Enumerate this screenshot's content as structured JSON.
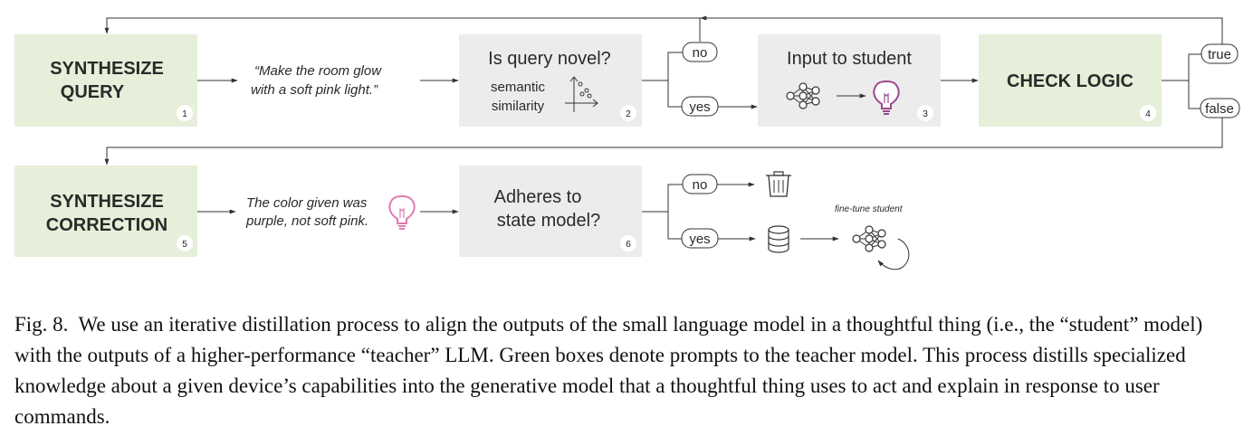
{
  "nodes": {
    "synth_query": {
      "line1": "SYNTHESIZE",
      "line2": "QUERY",
      "number": "1"
    },
    "query_example": {
      "line1": "“Make the room glow",
      "line2": "with a soft pink light.”"
    },
    "novel": {
      "title": "Is query novel?",
      "sub1": "semantic",
      "sub2": "similarity",
      "number": "2"
    },
    "student": {
      "title": "Input to student",
      "number": "3"
    },
    "check": {
      "label": "CHECK LOGIC",
      "number": "4"
    },
    "synth_correction": {
      "line1": "SYNTHESIZE",
      "line2": "CORRECTION",
      "number": "5"
    },
    "correction_example": {
      "line1": "The color given was",
      "line2": "purple, not soft pink."
    },
    "adheres": {
      "line1": "Adheres to",
      "line2": "state model?",
      "number": "6"
    },
    "finetune": {
      "label": "fine-tune student"
    }
  },
  "branches": {
    "novel_no": "no",
    "novel_yes": "yes",
    "check_true": "true",
    "check_false": "false",
    "adheres_no": "no",
    "adheres_yes": "yes"
  },
  "icons": [
    "scatter-plot-icon",
    "neural-network-icon",
    "lightbulb-icon",
    "trash-icon",
    "database-icon",
    "loop-arrow-icon"
  ],
  "colors": {
    "teacher_box": "#e6efd9",
    "process_box": "#ececec",
    "bulb_purple": "#9b4a8e",
    "bulb_pink": "#e07ab0"
  },
  "caption": {
    "label": "Fig. 8.",
    "text": "We use an iterative distillation process to align the outputs of the small language model in a thoughtful thing (i.e., the “student” model) with the outputs of a higher-performance “teacher” LLM. Green boxes denote prompts to the teacher model. This process distills specialized knowledge about a given device’s capabilities into the generative model that a thoughtful thing uses to act and explain in response to user commands."
  }
}
